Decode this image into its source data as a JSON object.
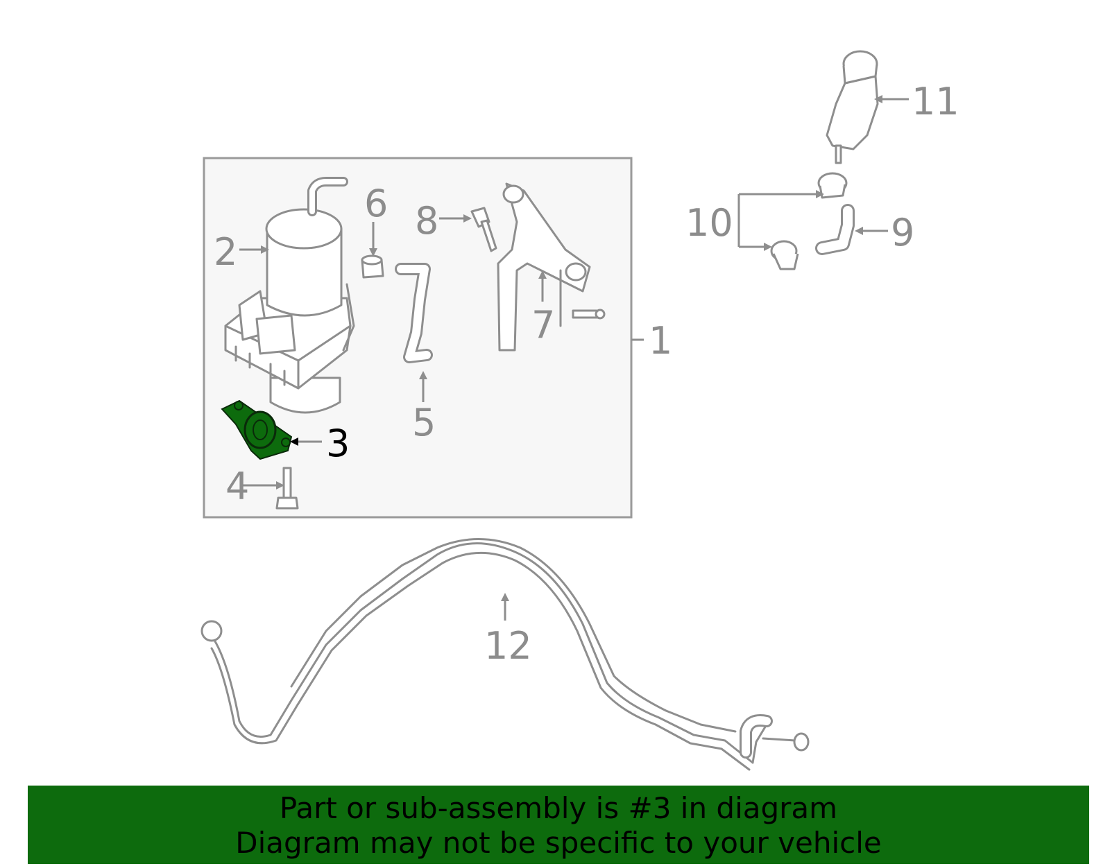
{
  "colors": {
    "highlight": "#0d6b0d",
    "banner_bg": "#0d6b0d",
    "line": "#8e8e8e",
    "label": "#8c8c8c",
    "box_fill": "#f7f7f7"
  },
  "callouts": [
    {
      "id": "1",
      "text": "1"
    },
    {
      "id": "2",
      "text": "2"
    },
    {
      "id": "3",
      "text": "3",
      "highlighted": true
    },
    {
      "id": "4",
      "text": "4"
    },
    {
      "id": "5",
      "text": "5"
    },
    {
      "id": "6",
      "text": "6"
    },
    {
      "id": "7",
      "text": "7"
    },
    {
      "id": "8",
      "text": "8"
    },
    {
      "id": "9",
      "text": "9"
    },
    {
      "id": "10",
      "text": "10"
    },
    {
      "id": "11",
      "text": "11"
    },
    {
      "id": "12",
      "text": "12"
    }
  ],
  "banner": {
    "line1": "Part or sub-assembly is #3 in diagram",
    "line2": "Diagram may not be specific to your vehicle"
  }
}
